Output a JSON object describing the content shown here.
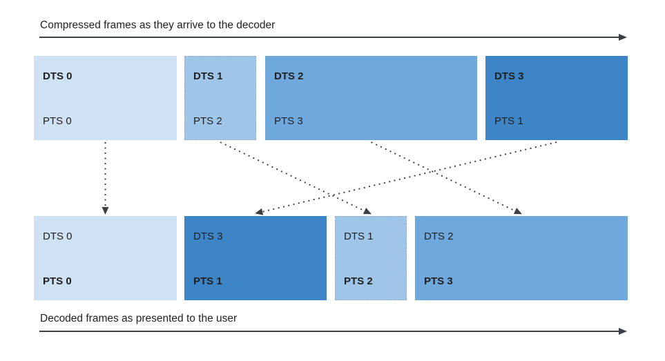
{
  "top_row": {
    "label": "Compressed frames as they arrive to the decoder",
    "boxes": [
      {
        "dts": "DTS 0",
        "pts": "PTS 0",
        "color": "light_blue_3"
      },
      {
        "dts": "DTS 1",
        "pts": "PTS 2",
        "color": "light_blue_2"
      },
      {
        "dts": "DTS 2",
        "pts": "PTS 3",
        "color": "light_blue_1"
      },
      {
        "dts": "DTS 3",
        "pts": "PTS 1",
        "color": "blue"
      }
    ]
  },
  "bottom_row": {
    "label": "Decoded frames as presented to the user",
    "boxes": [
      {
        "dts": "DTS 0",
        "pts": "PTS 0",
        "color": "light_blue_3"
      },
      {
        "dts": "DTS 3",
        "pts": "PTS 1",
        "color": "blue"
      },
      {
        "dts": "DTS 1",
        "pts": "PTS 2",
        "color": "light_blue_2"
      },
      {
        "dts": "DTS 2",
        "pts": "PTS 3",
        "color": "light_blue_1"
      }
    ]
  },
  "connections": [
    {
      "frame": "PTS 0",
      "from": "top-box-1",
      "to": "bottom-box-1"
    },
    {
      "frame": "PTS 2",
      "from": "top-box-2",
      "to": "bottom-box-3"
    },
    {
      "frame": "PTS 3",
      "from": "top-box-3",
      "to": "bottom-box-4"
    },
    {
      "frame": "PTS 1",
      "from": "top-box-4",
      "to": "bottom-box-2"
    }
  ],
  "palette": {
    "light_blue_3": "#cfe2f3",
    "light_blue_2": "#9fc5e8",
    "light_blue_1": "#6fa8dc",
    "blue": "#3d85c6",
    "arrow": "#3c4043",
    "text": "#212121"
  }
}
